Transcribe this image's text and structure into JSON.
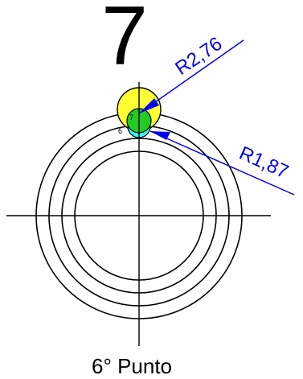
{
  "figure": {
    "number": "7",
    "caption": "6° Punto",
    "point_label_left": "6",
    "point_label_mid": "7"
  },
  "dimensions": [
    {
      "label": "R2,76",
      "color": "#0000ee"
    },
    {
      "label": "R1,87",
      "color": "#0000ee"
    }
  ],
  "colors": {
    "yellow_circle": "#ffff33",
    "green_circle": "#22cc22",
    "cyan_circle": "#33ffff",
    "line": "#000000",
    "dimension": "#0000ee"
  }
}
